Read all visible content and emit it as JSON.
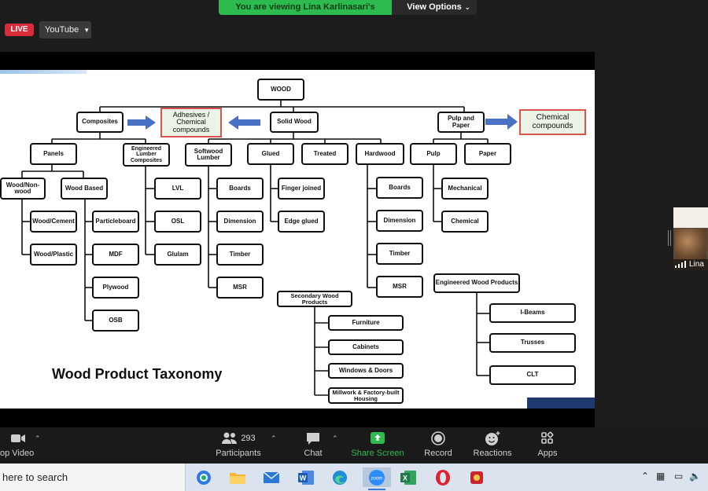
{
  "banner": {
    "viewing_text": "You are viewing Lina Karlinasari's screen",
    "view_options": "View Options"
  },
  "live": {
    "badge": "LIVE",
    "platform": "YouTube"
  },
  "slide": {
    "title": "Wood Product Taxonomy",
    "nodes": {
      "wood": "WOOD",
      "composites": "Composites",
      "adhesives": "Adhesives / Chemical compounds",
      "solid_wood": "Solid Wood",
      "pulp_paper": "Pulp and Paper",
      "chemical_compounds": "Chemical compounds",
      "panels": "Panels",
      "elc": "Engineered Lumber Composites",
      "softwood": "Softwood Lumber",
      "glued": "Glued",
      "treated": "Treated",
      "hardwood": "Hardwood",
      "pulp": "Pulp",
      "paper": "Paper",
      "wood_nonwood": "Wood/Non-wood",
      "wood_based": "Wood Based",
      "wood_cement": "Wood/Cement",
      "wood_plastic": "Wood/Plastic",
      "particleboard": "Particleboard",
      "mdf": "MDF",
      "plywood": "Plywood",
      "osb": "OSB",
      "lvl": "LVL",
      "osl": "OSL",
      "glulam": "Glulam",
      "sw_boards": "Boards",
      "sw_dimension": "Dimension",
      "sw_timber": "Timber",
      "sw_msr": "MSR",
      "finger_joined": "Finger joined",
      "edge_glued": "Edge glued",
      "hw_boards": "Boards",
      "hw_dimension": "Dimension",
      "hw_timber": "Timber",
      "hw_msr": "MSR",
      "mechanical": "Mechanical",
      "chemical": "Chemical",
      "secondary": "Secondary Wood Products",
      "furniture": "Furniture",
      "cabinets": "Cabinets",
      "windows_doors": "Windows & Doors",
      "millwork": "Millwork & Factory-built Housing",
      "ewp": "Engineered Wood Products",
      "ibeams": "I-Beams",
      "trusses": "Trusses",
      "clt": "CLT"
    }
  },
  "participant_thumb": {
    "name": "Lina"
  },
  "toolbar": {
    "video": "op Video",
    "participants": "Participants",
    "participant_count": "293",
    "chat": "Chat",
    "share_screen": "Share Screen",
    "record": "Record",
    "reactions": "Reactions",
    "apps": "Apps"
  },
  "taskbar": {
    "search_placeholder": "here to search"
  },
  "colors": {
    "share_green": "#2dba4e",
    "live_red": "#d92b3a",
    "arrow_blue": "#4a72c4",
    "accent_red": "#d9534f"
  }
}
